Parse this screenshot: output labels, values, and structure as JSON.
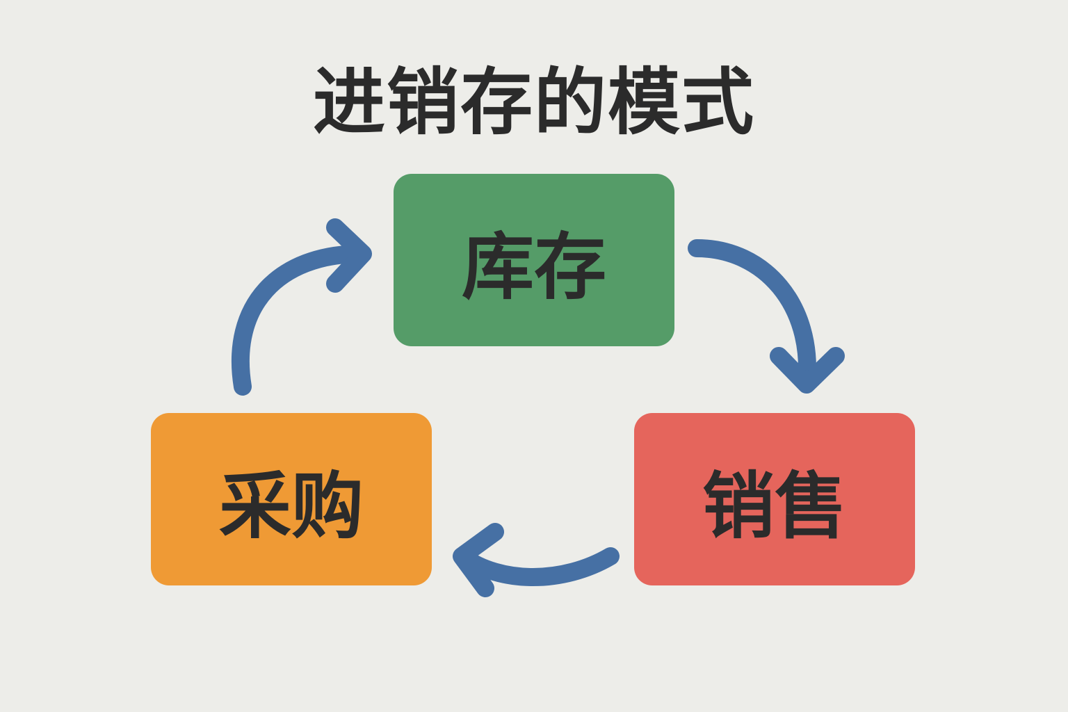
{
  "title": "进销存的模式",
  "nodes": {
    "inventory": {
      "label": "库存",
      "color": "#559c68"
    },
    "purchase": {
      "label": "采购",
      "color": "#ef9a35"
    },
    "sales": {
      "label": "销售",
      "color": "#e5655c"
    }
  },
  "arrow_color": "#4670a4",
  "flow": [
    "采购",
    "库存",
    "销售",
    "采购"
  ]
}
